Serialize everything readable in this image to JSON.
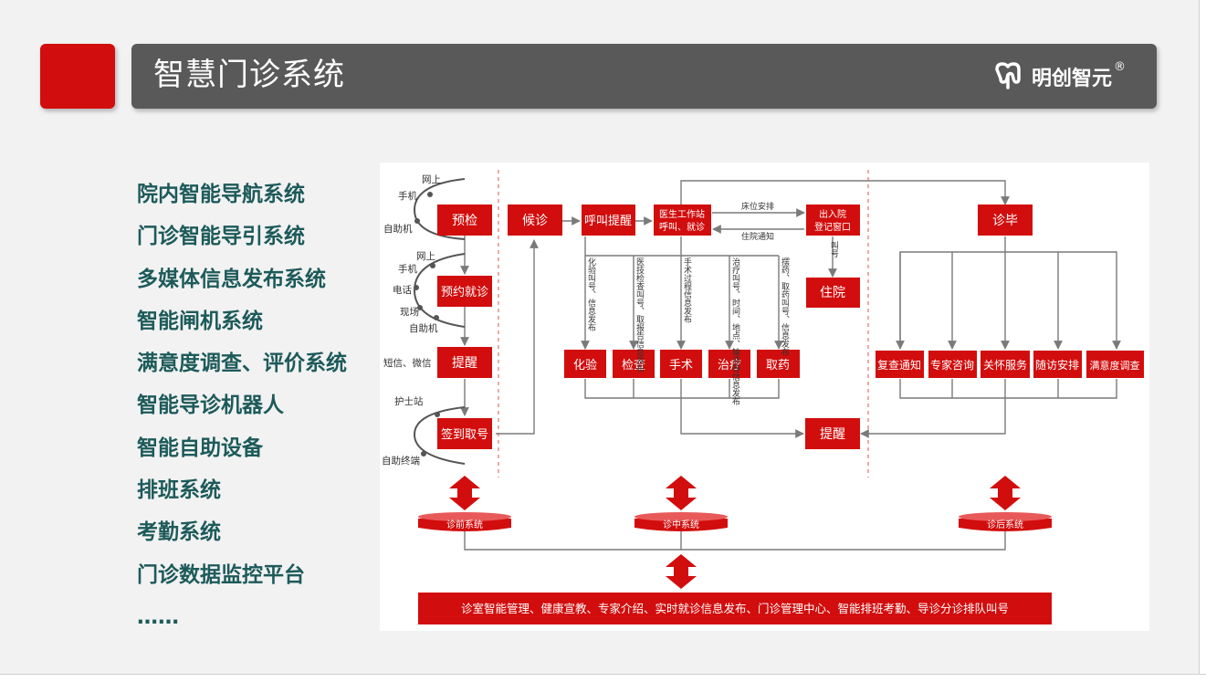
{
  "header": {
    "title": "智慧门诊系统",
    "brand_name": "明创智元",
    "brand_mark": "®"
  },
  "system_list": [
    "院内智能导航系统",
    "门诊智能导引系统",
    "多媒体信息发布系统",
    "智能闸机系统",
    "满意度调查、评价系统",
    "智能导诊机器人",
    "智能自助设备",
    "排班系统",
    "考勤系统",
    "门诊数据监控平台",
    "……"
  ],
  "colors": {
    "accent_red": "#d20d0d",
    "title_bar": "#595959",
    "list_text": "#1d5a5a",
    "line_gray": "#7a7a7a"
  },
  "diagram": {
    "channels_top": [
      "网上",
      "手机",
      "自助机"
    ],
    "channels_mid": [
      "网上",
      "手机",
      "电话",
      "现场",
      "自助机"
    ],
    "channels_remind": "短信、微信",
    "channels_bottom": [
      "护士站",
      "自助终端"
    ],
    "pre": {
      "precheck": "预检",
      "appointment": "预约就诊",
      "remind": "提醒",
      "checkin": "签到取号"
    },
    "mid": {
      "wait": "候诊",
      "call_remind": "呼叫提醒",
      "doctor_station": "医生工作站",
      "doctor_station_sub": "呼叫、就诊",
      "bed_arrange": "床位安排",
      "hospitalize_notice": "住院通知",
      "admission_window": "出入院",
      "admission_window_sub": "登记窗口",
      "call_number": "叫号",
      "inpatient": "住院",
      "lab_info": "化验叫号、信息发布",
      "exam_info": "医技检查叫号、取报告信息发布",
      "surgery_info": "手术过程信息发布",
      "therapy_info": "治疗叫号、时间、地点、输液等信息发布",
      "medicine_info": "摆药、取药叫号、信息发布",
      "lab": "化验",
      "exam": "检查",
      "surgery": "手术",
      "therapy": "治疗",
      "medicine": "取药",
      "remind": "提醒"
    },
    "post": {
      "finish": "诊毕",
      "items": [
        "复查通知",
        "专家咨询",
        "关怀服务",
        "随访安排",
        "满意度调查"
      ]
    },
    "stages": [
      "诊前系统",
      "诊中系统",
      "诊后系统"
    ],
    "bottom_bar": "诊室智能管理、健康宣教、专家介绍、实时就诊信息发布、门诊管理中心、智能排班考勤、导诊分诊排队叫号"
  }
}
